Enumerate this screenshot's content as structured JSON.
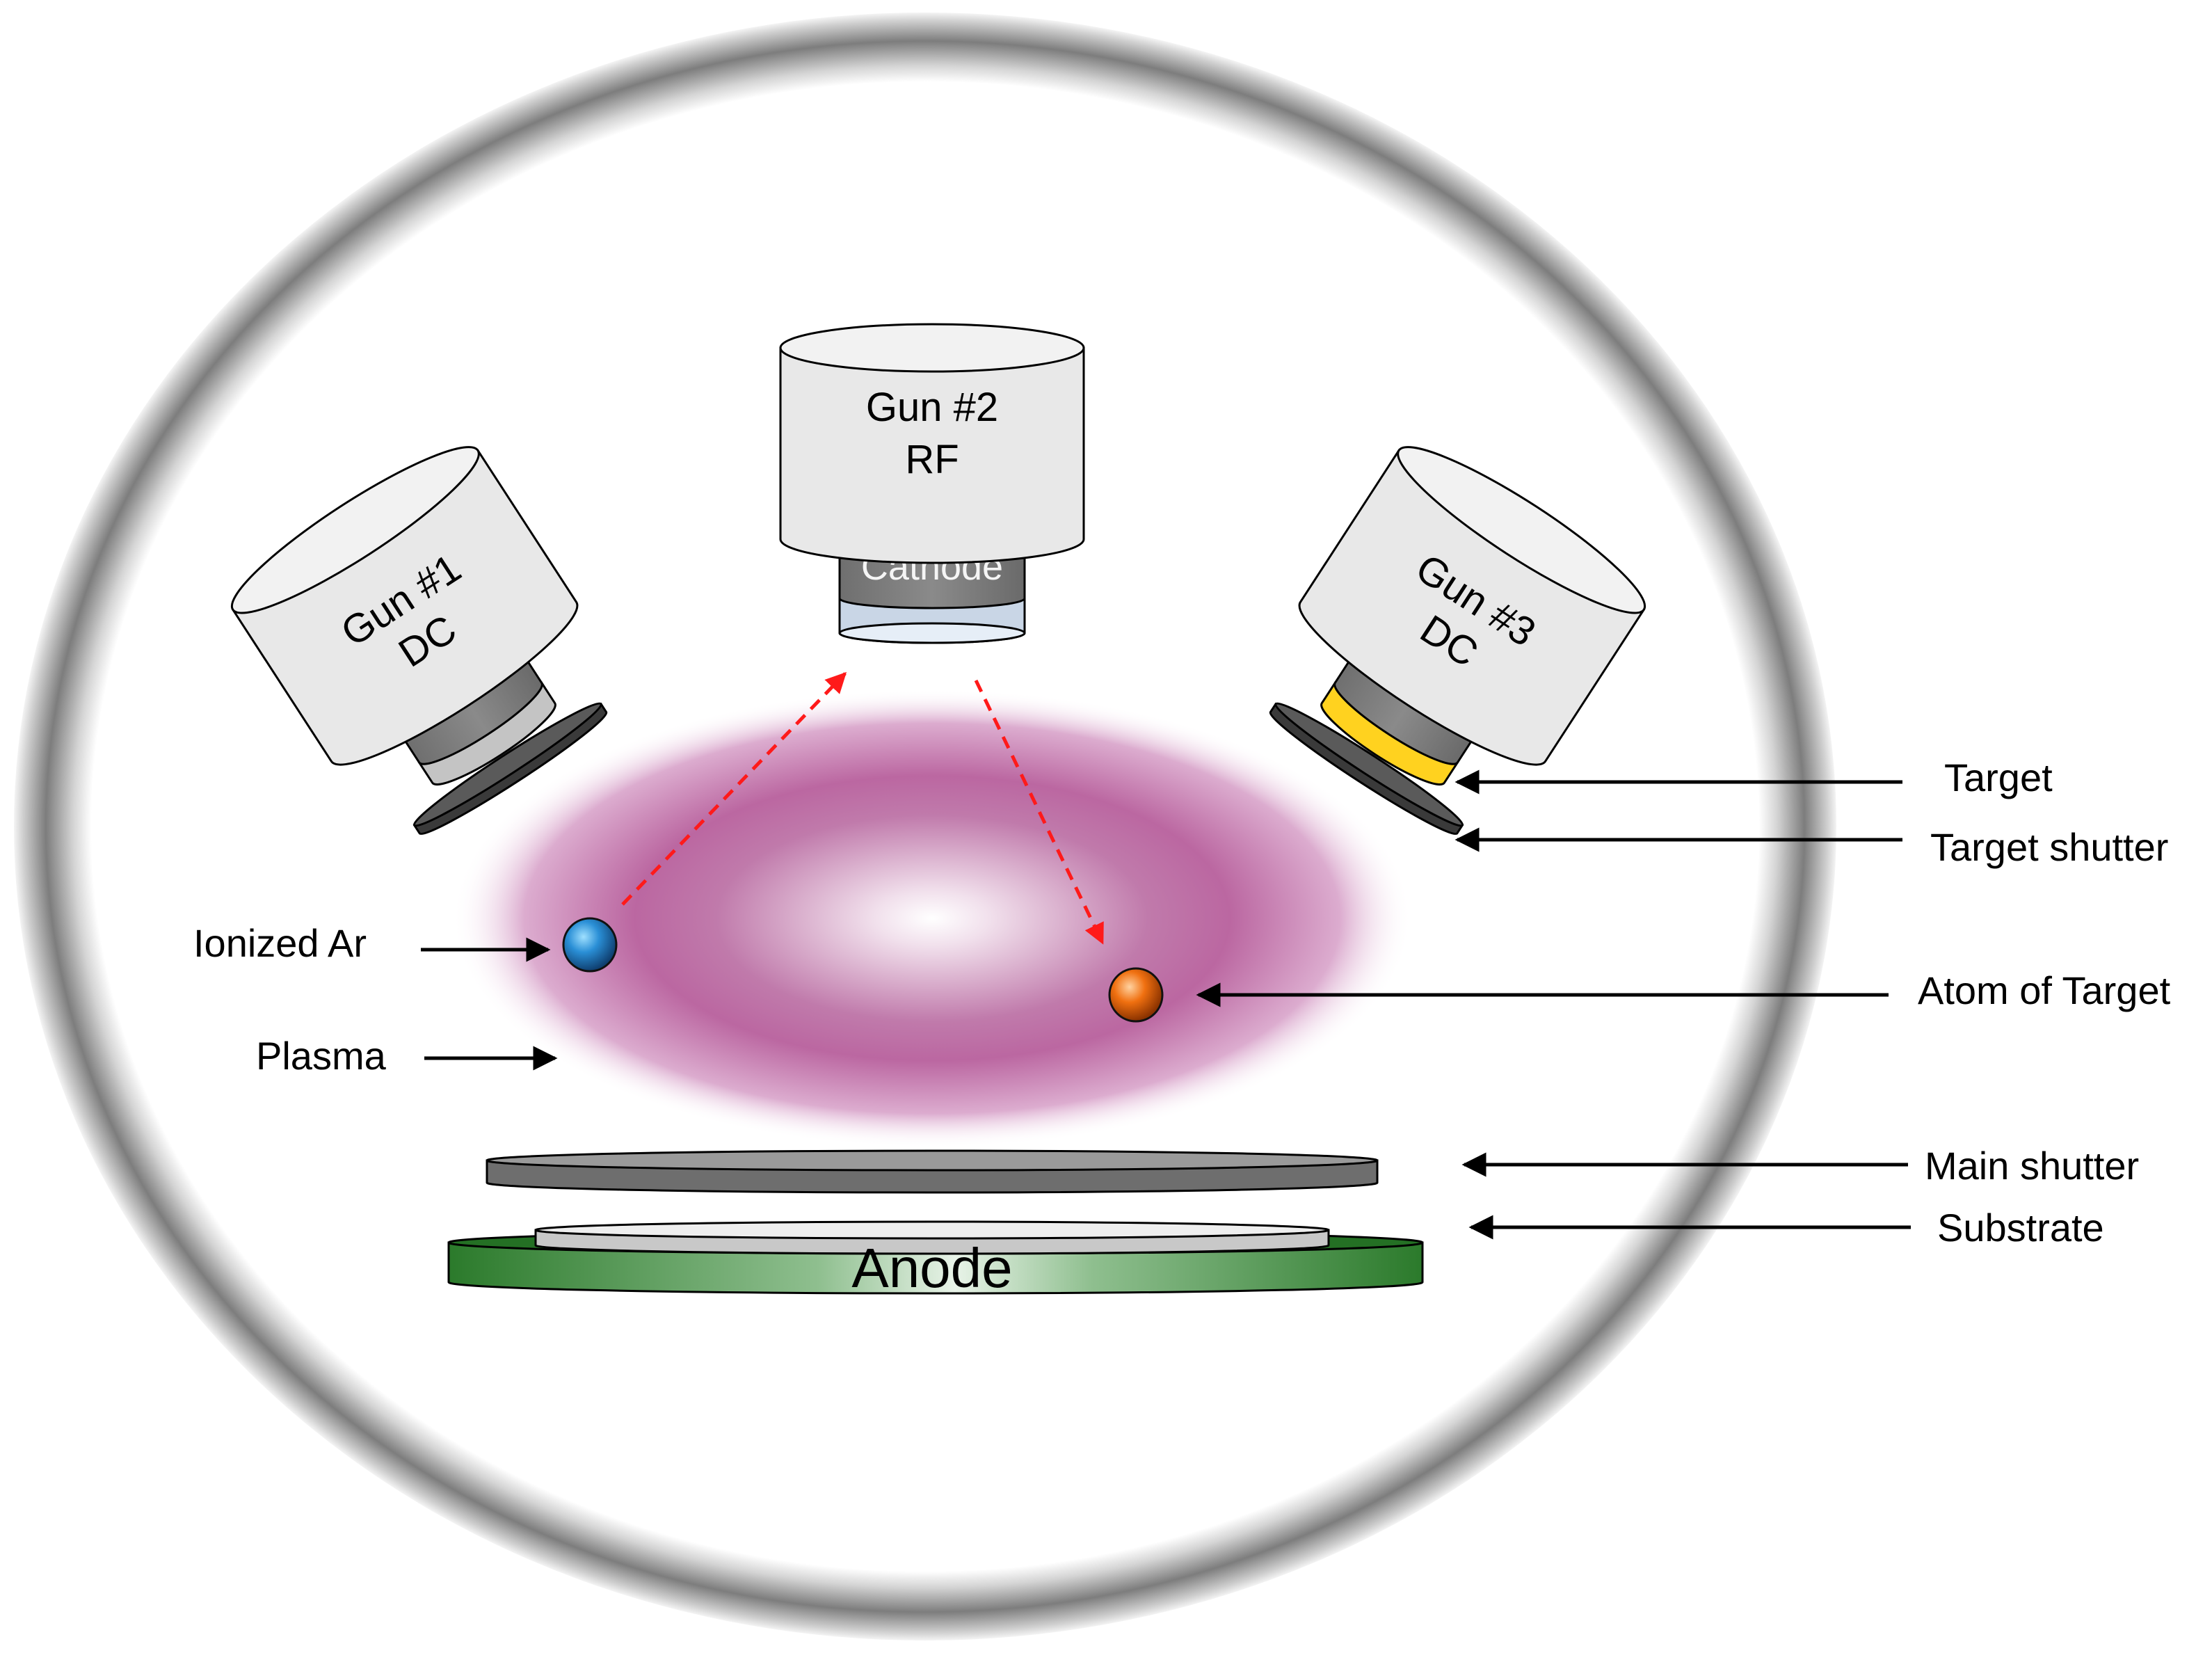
{
  "guns": [
    {
      "name": "Gun #1",
      "type": "DC"
    },
    {
      "name": "Gun #2",
      "type": "RF",
      "part_label": "Cathode"
    },
    {
      "name": "Gun #3",
      "type": "DC"
    }
  ],
  "labels": {
    "target": "Target",
    "target_shutter": "Target shutter",
    "ionized_ar": "Ionized Ar",
    "plasma": "Plasma",
    "atom_of_target": "Atom of Target",
    "main_shutter": "Main shutter",
    "substrate": "Substrate",
    "anode": "Anode"
  },
  "colors": {
    "chamber_wall": "#8f8f8f",
    "gun_body": "#e8e8e8",
    "cathode": "#7f7f7f",
    "target_rf": "#c9d6e6",
    "target_gun3": "#ffd21f",
    "plasma": "#b7579b",
    "ionized_ar": "#1f7fc8",
    "atom_of_target": "#f06a10",
    "anode": "#2a7a2a",
    "path_arrow": "#ff1a1a"
  }
}
